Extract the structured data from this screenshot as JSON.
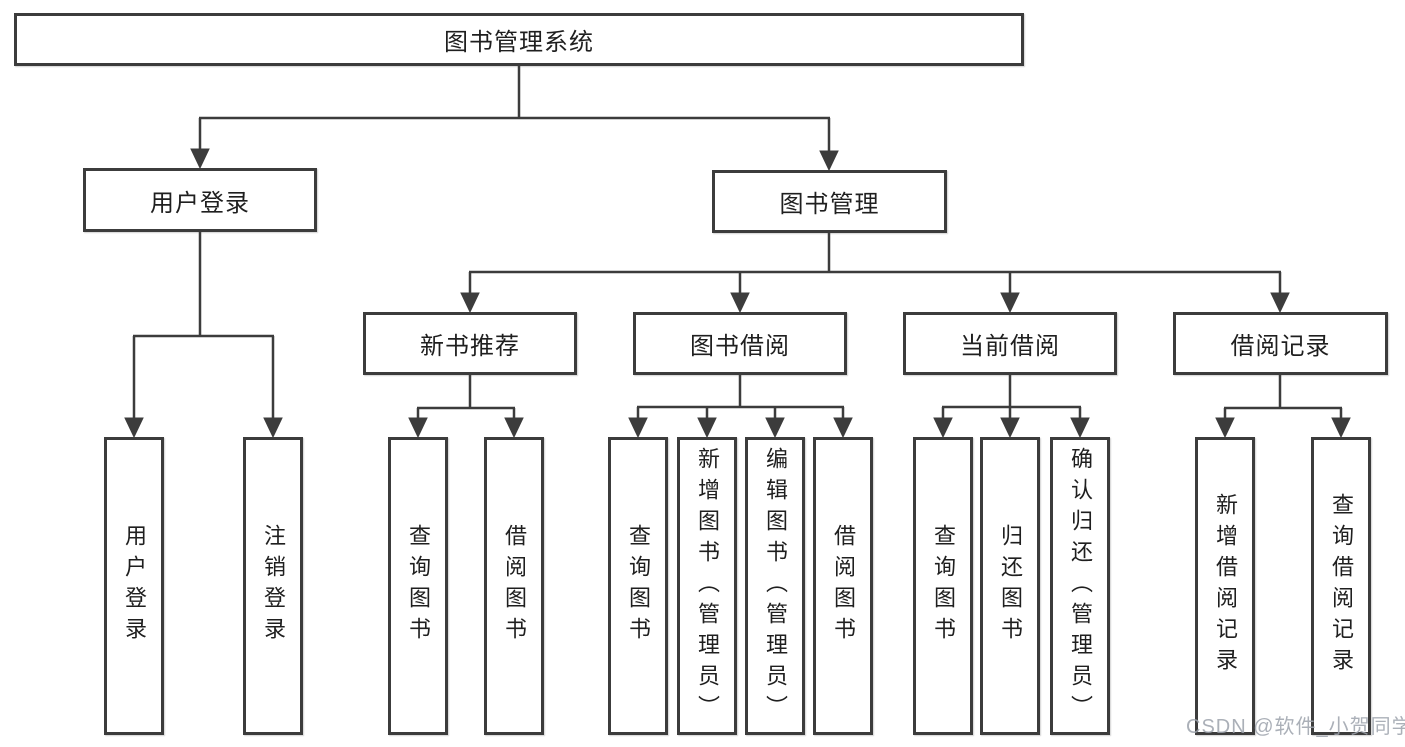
{
  "diagram": {
    "root": {
      "label": "图书管理系统"
    },
    "branches": [
      {
        "label": "用户登录",
        "children": [
          "用户登录",
          "注销登录"
        ]
      },
      {
        "label": "图书管理",
        "children": [
          {
            "label": "新书推荐",
            "children": [
              "查询图书",
              "借阅图书"
            ]
          },
          {
            "label": "图书借阅",
            "children": [
              "查询图书",
              "新增图书（管理员）",
              "编辑图书（管理员）",
              "借阅图书"
            ]
          },
          {
            "label": "当前借阅",
            "children": [
              "查询图书",
              "归还图书",
              "确认归还（管理员）"
            ]
          },
          {
            "label": "借阅记录",
            "children": [
              "新增借阅记录",
              "查询借阅记录"
            ]
          }
        ]
      }
    ],
    "colors": {
      "line": "#3c3c3c",
      "text": "#1f1f1f",
      "background": "#ffffff",
      "watermark": "#9ca2ac"
    }
  },
  "watermark": {
    "text": "CSDN @软件_小贺同学"
  }
}
